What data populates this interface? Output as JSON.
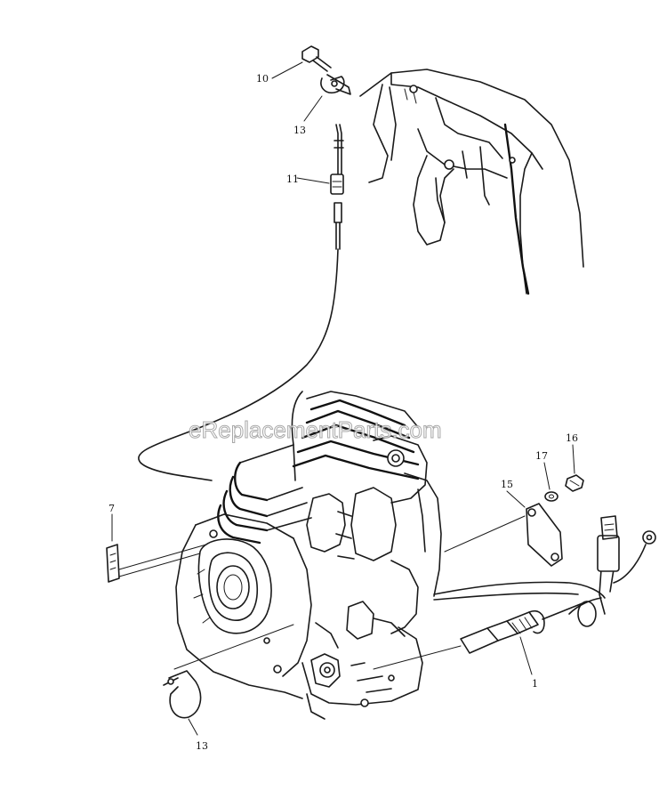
{
  "watermark": "eReplacementParts.com",
  "part_labels": [
    {
      "id": "10",
      "text": "10"
    },
    {
      "id": "13a",
      "text": "13"
    },
    {
      "id": "11",
      "text": "11"
    },
    {
      "id": "7",
      "text": "7"
    },
    {
      "id": "13b",
      "text": "13"
    },
    {
      "id": "15",
      "text": "15"
    },
    {
      "id": "17",
      "text": "17"
    },
    {
      "id": "16",
      "text": "16"
    },
    {
      "id": "1",
      "text": "1"
    }
  ],
  "colors": {
    "ink": "#1a1a1a",
    "background": "#ffffff"
  }
}
